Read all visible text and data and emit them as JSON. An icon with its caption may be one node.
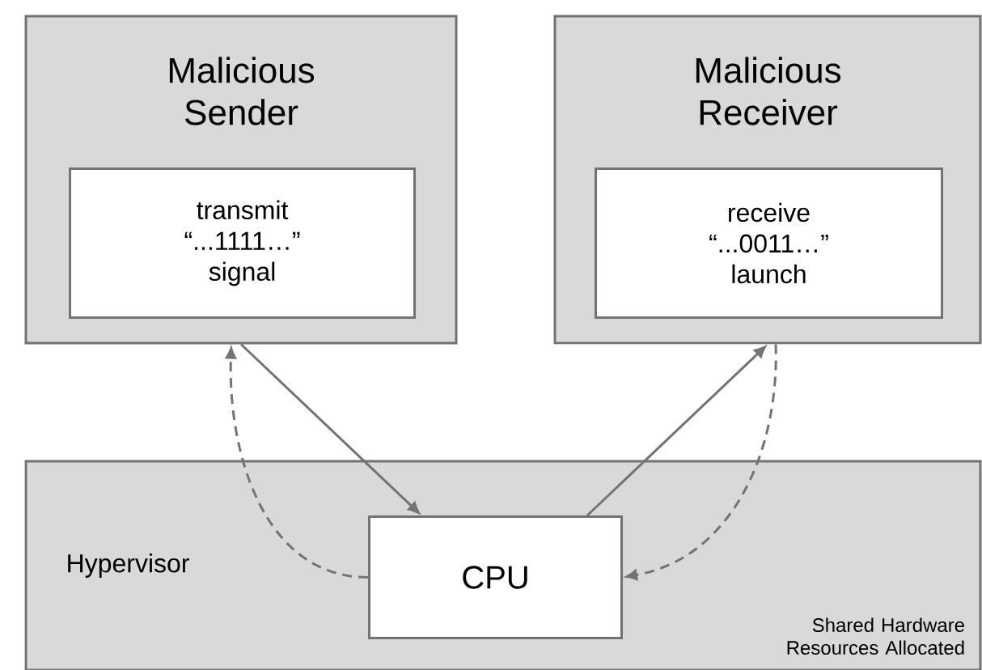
{
  "diagram": {
    "nodes": [
      {
        "text": [
          "Malicious Sender"
        ]
      },
      {
        "text": [
          "transmit “...1111…” signal"
        ],
        "in": 0
      },
      {
        "text": [
          "Malicious Receiver"
        ]
      },
      {
        "text": [
          "receive “...0011…” launch"
        ],
        "in": 2
      },
      {
        "text": [
          "Hypervisor",
          "Shared Hardware Resources Allocated"
        ]
      },
      {
        "text": [
          "CPU"
        ],
        "in": 4
      }
    ],
    "edges": [
      {
        "from": 0,
        "to": 5,
        "arrow": "to"
      },
      {
        "from": 5,
        "to": 2,
        "arrow": "to"
      },
      {
        "from": 5,
        "to": 0,
        "arrow": "to",
        "style": "dashed"
      },
      {
        "from": 2,
        "to": 5,
        "arrow": "to",
        "style": "dashed"
      }
    ]
  }
}
